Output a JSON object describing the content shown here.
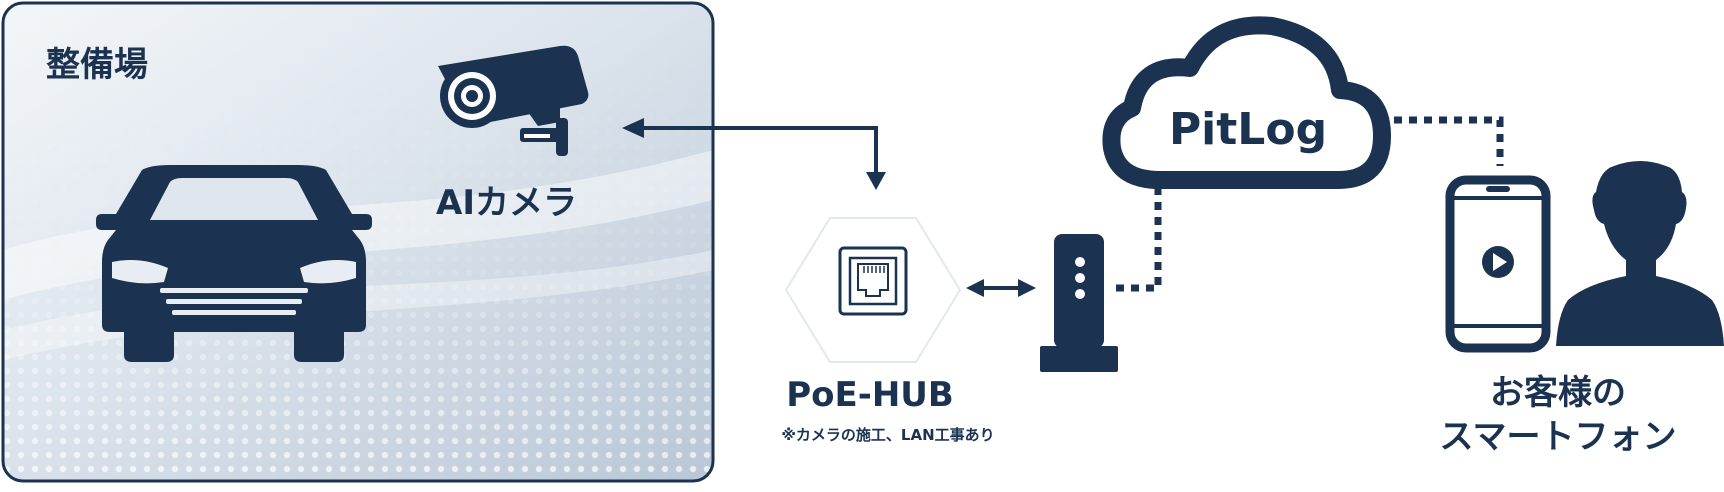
{
  "garage": {
    "label": "整備場"
  },
  "camera": {
    "label": "AIカメラ"
  },
  "hub": {
    "label": "PoE-HUB",
    "note": "※カメラの施工、LAN工事あり"
  },
  "cloud": {
    "label": "PitLog"
  },
  "customer": {
    "line1": "お客様の",
    "line2": "スマートフォン"
  },
  "colors": {
    "navy": "#1b3350",
    "panel_border": "#1b3350",
    "panel_light": "#eef2f6",
    "panel_mid": "#b8c6d5"
  },
  "icons": [
    "car-icon",
    "security-camera-icon",
    "ethernet-port-icon",
    "router-icon",
    "cloud-icon",
    "smartphone-icon",
    "play-icon",
    "person-silhouette-icon"
  ]
}
